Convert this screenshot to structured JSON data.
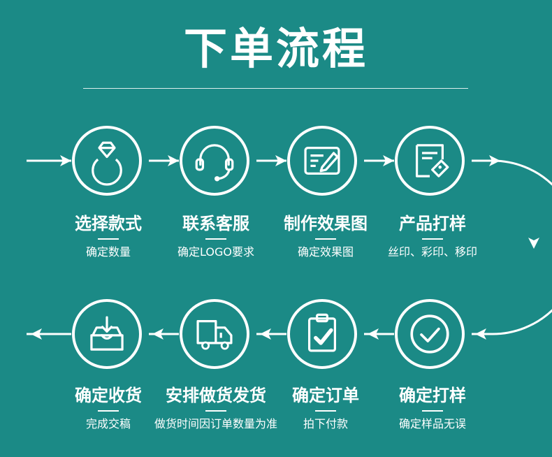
{
  "title": "下单流程",
  "steps": [
    {
      "title": "选择款式",
      "sub": "确定数量",
      "icon": "diamond-ring-icon"
    },
    {
      "title": "联系客服",
      "sub": "确定LOGO要求",
      "icon": "headset-icon"
    },
    {
      "title": "制作效果图",
      "sub": "确定效果图",
      "icon": "edit-document-icon"
    },
    {
      "title": "产品打样",
      "sub": "丝印、彩印、移印",
      "icon": "document-tag-icon"
    },
    {
      "title": "确定打样",
      "sub": "确定样品无误",
      "icon": "check-circle-icon"
    },
    {
      "title": "确定订单",
      "sub": "拍下付款",
      "icon": "clipboard-check-icon"
    },
    {
      "title": "安排做货发货",
      "sub": "做货时间因订单数量为准",
      "icon": "delivery-truck-icon"
    },
    {
      "title": "确定收货",
      "sub": "完成交稿",
      "icon": "inbox-download-icon"
    }
  ]
}
